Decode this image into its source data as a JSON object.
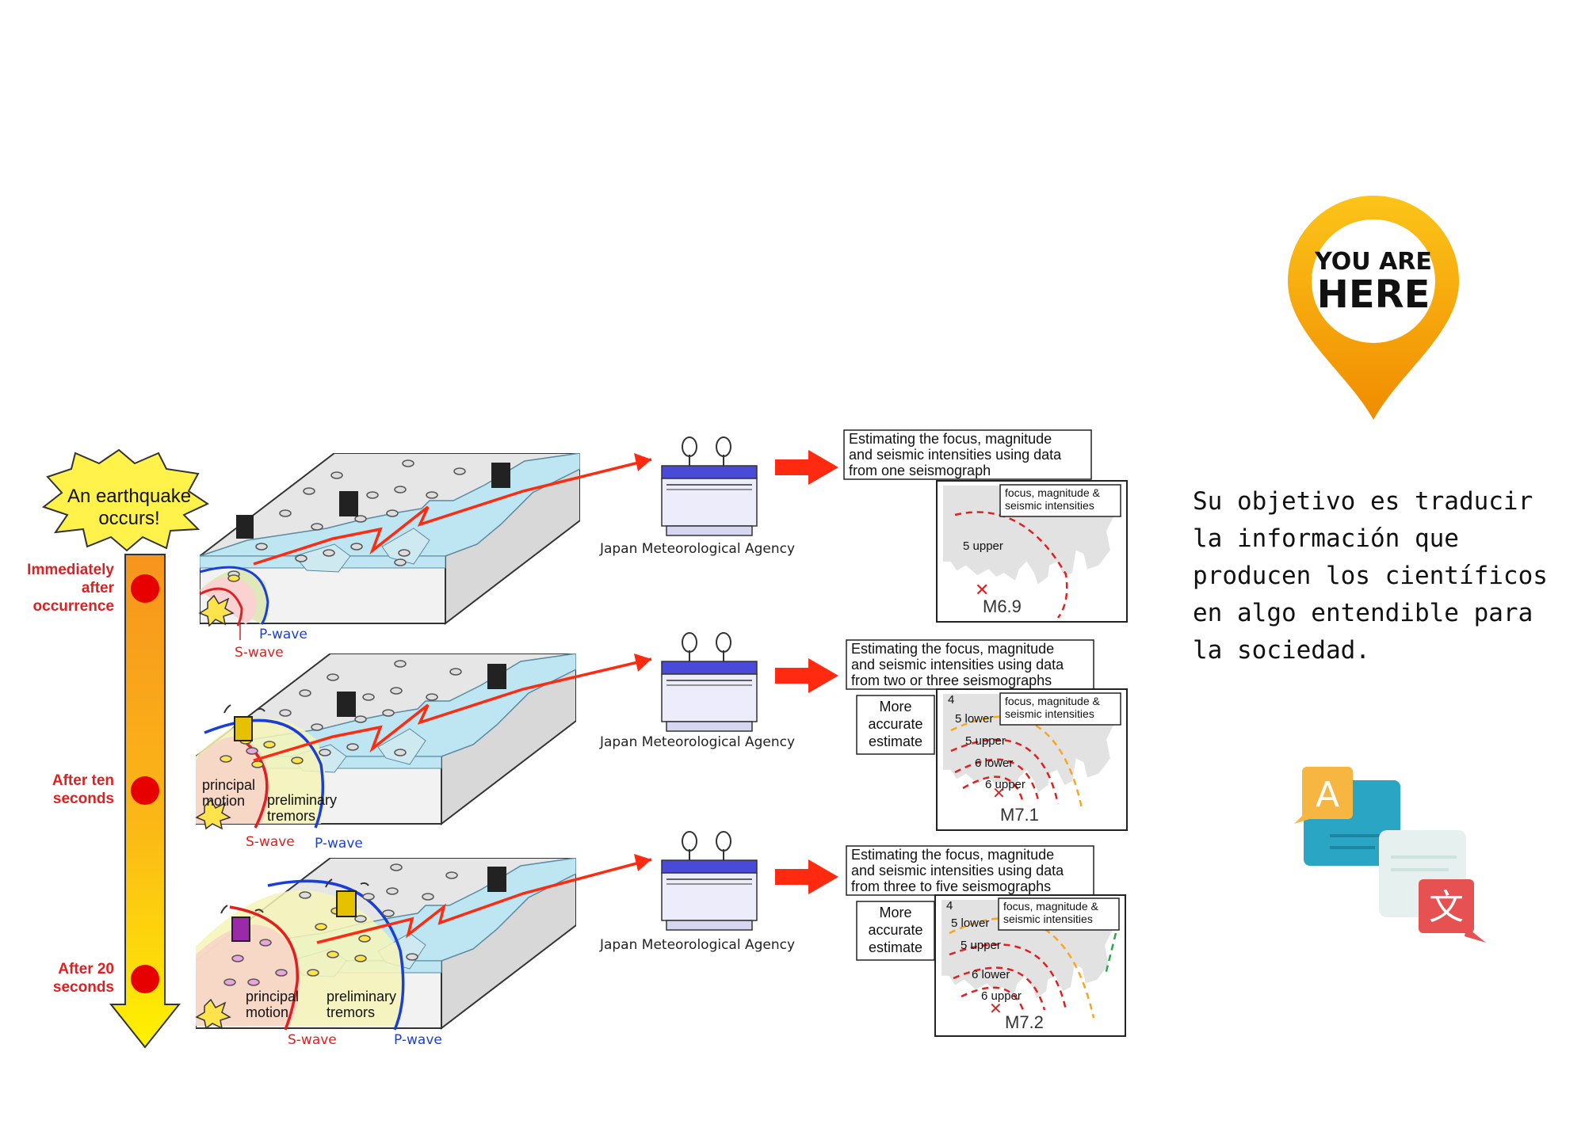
{
  "timeline": {
    "start_label": [
      "An earthquake",
      "occurs!"
    ],
    "steps": [
      {
        "label": [
          "Immediately",
          "after",
          "occurrence"
        ]
      },
      {
        "label": [
          "After ten",
          "seconds"
        ]
      },
      {
        "label": [
          "After 20",
          "seconds"
        ]
      }
    ]
  },
  "agency_label": "Japan Meteorological Agency",
  "panels": [
    {
      "estimate_text": [
        "Estimating the focus, magnitude",
        "and seismic intensities using data",
        "from one seismograph"
      ],
      "map_legend": [
        "focus, magnitude &",
        "seismic intensities"
      ],
      "intensities": [
        "5 upper"
      ],
      "magnitude": "M6.9",
      "accuracy_note": [],
      "wave_labels": {
        "p": "P-wave",
        "s": "S-wave"
      },
      "motion_labels": {
        "principal": [],
        "preliminary": []
      }
    },
    {
      "estimate_text": [
        "Estimating the focus, magnitude",
        "and seismic intensities using data",
        "from two or three seismographs"
      ],
      "map_legend": [
        "focus, magnitude &",
        "seismic intensities"
      ],
      "intensities": [
        "4",
        "5 lower",
        "5 upper",
        "6 lower",
        "6 upper"
      ],
      "magnitude": "M7.1",
      "accuracy_note": [
        "More",
        "accurate",
        "estimate"
      ],
      "wave_labels": {
        "p": "P-wave",
        "s": "S-wave"
      },
      "motion_labels": {
        "principal": [
          "principal",
          "motion"
        ],
        "preliminary": [
          "preliminary",
          "tremors"
        ]
      }
    },
    {
      "estimate_text": [
        "Estimating the focus, magnitude",
        "and seismic intensities using data",
        "from three to five seismographs"
      ],
      "map_legend": [
        "focus, magnitude &",
        "seismic intensities"
      ],
      "intensities": [
        "4",
        "5 lower",
        "5 upper",
        "6 lower",
        "6 upper"
      ],
      "magnitude": "M7.2",
      "accuracy_note": [
        "More",
        "accurate",
        "estimate"
      ],
      "wave_labels": {
        "p": "P-wave",
        "s": "S-wave"
      },
      "motion_labels": {
        "principal": [
          "principal",
          "motion"
        ],
        "preliminary": [
          "preliminary",
          "tremors"
        ]
      }
    }
  ],
  "pin": {
    "line1": "YOU ARE",
    "line2": "HERE",
    "color": "#f7b500"
  },
  "caption_lines": [
    "Su objetivo es traducir",
    "la información que",
    "producen los científicos",
    "en algo entendible para",
    "la sociedad."
  ],
  "translate_icon": {
    "letter_a": "A",
    "letter_b": "文"
  },
  "colors": {
    "red": "#e02020",
    "p_wave": "#1a3fd8",
    "s_wave": "#e02020",
    "arrow": "#ff2a10"
  }
}
